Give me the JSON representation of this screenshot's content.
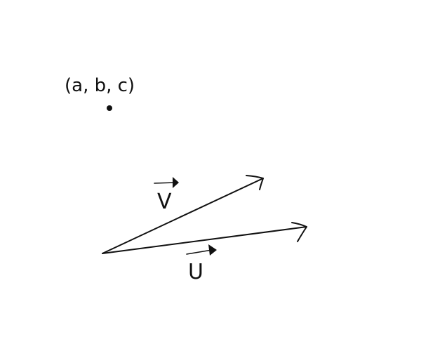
{
  "point": {
    "label": "(a, b, c)"
  },
  "vectors": {
    "v": {
      "name": "v",
      "label": "V"
    },
    "u": {
      "name": "u",
      "label": "U"
    }
  },
  "colors": {
    "ink": "#111111",
    "background": "#ffffff"
  }
}
